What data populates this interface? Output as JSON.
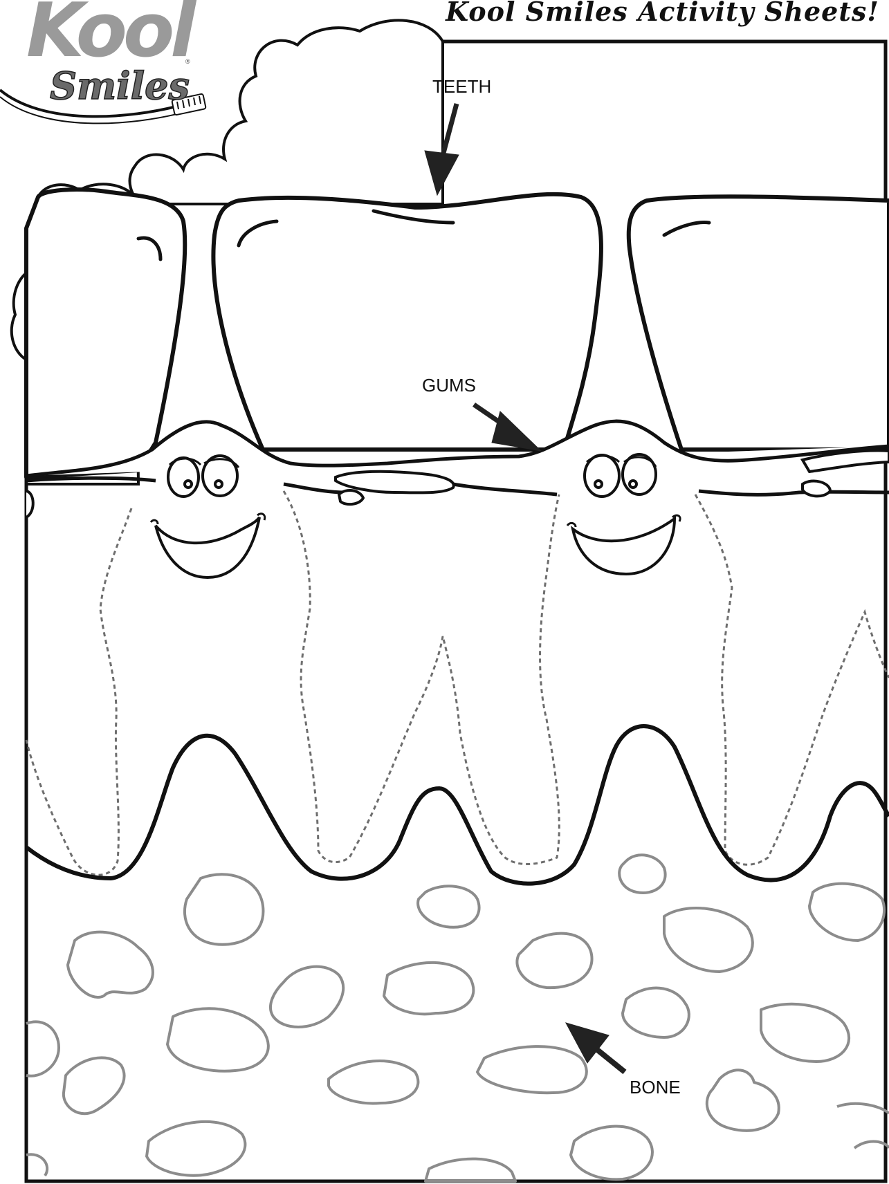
{
  "header": {
    "title": "Kool Smiles Activity Sheets!"
  },
  "logo": {
    "brand_line1": "Kool",
    "brand_line2": "Smiles",
    "registered_mark": "®"
  },
  "labels": {
    "teeth": "TEETH",
    "gums": "GUMS",
    "bone": "BONE"
  },
  "colors": {
    "line": "#111111",
    "bone_outline": "#8c8c8c",
    "root_dashes": "#6e6e6e",
    "background": "#ffffff"
  }
}
